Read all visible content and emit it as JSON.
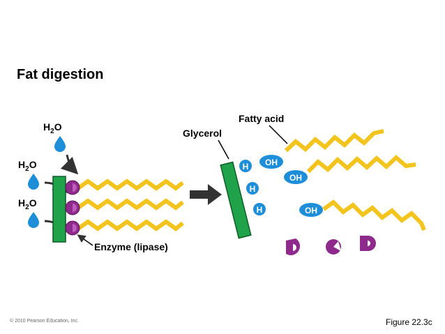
{
  "title": "Fat digestion",
  "labels": {
    "water_top": "H",
    "water_mid": "H",
    "water_bot": "H",
    "water_sub": "2",
    "water_suffix": "O",
    "glycerol": "Glycerol",
    "fatty_acid": "Fatty acid",
    "enzyme": "Enzyme (lipase)",
    "h": "H",
    "oh": "OH"
  },
  "footer": {
    "copyright": "© 2010 Pearson Education, Inc.",
    "figure": "Figure 22.3c"
  },
  "colors": {
    "glycerol_bar": "#1fa24a",
    "enzyme": "#8e2a8c",
    "fatty_acid": "#f2c41d",
    "water_drop": "#1e8ed8",
    "h_oh_group": "#1e8ed8",
    "arrow": "#333333"
  }
}
